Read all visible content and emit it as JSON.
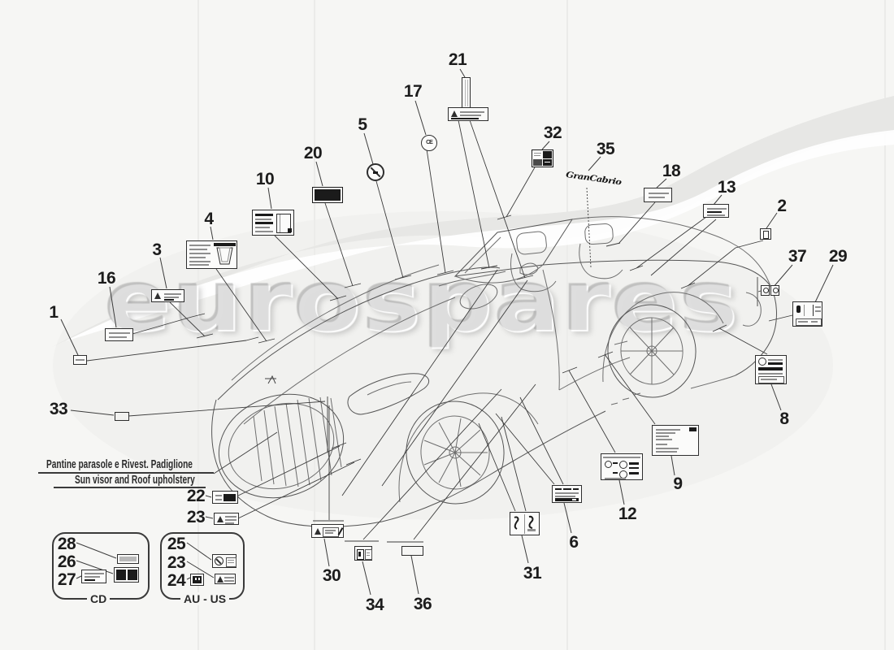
{
  "watermark": {
    "text": "eurospares"
  },
  "note": {
    "line1": "Pantine parasole e Rivest. Padiglione",
    "line2": "Sun visor and Roof upholstery"
  },
  "group_boxes": {
    "cd": {
      "caption": "CD",
      "items": [
        "28",
        "26",
        "27"
      ]
    },
    "au_us": {
      "caption": "AU - US",
      "items": [
        "25",
        "23",
        "24"
      ]
    }
  },
  "badge": {
    "script_text": "GranCabrio"
  },
  "callouts": {
    "1": "1",
    "2": "2",
    "3": "3",
    "4": "4",
    "5": "5",
    "6": "6",
    "8": "8",
    "9": "9",
    "10": "10",
    "12": "12",
    "13": "13",
    "16": "16",
    "17": "17",
    "18": "18",
    "20": "20",
    "21": "21",
    "22": "22",
    "23": "23",
    "24": "24",
    "25": "25",
    "26": "26",
    "27": "27",
    "28": "28",
    "29": "29",
    "30": "30",
    "31": "31",
    "32": "32",
    "33": "33",
    "34": "34",
    "35": "35",
    "36": "36",
    "37": "37"
  },
  "stickers": {
    "1": "small-blank-sticker",
    "2": "small-square-sticker",
    "3": "warning-triangle-text-label",
    "4": "coolant-warning-label",
    "5": "prohibition-circle-sticker",
    "6": "striped-text-label",
    "8": "homologation-data-label",
    "9": "text-list-label",
    "10": "window-operation-label",
    "12": "tyre-pressure-table-label",
    "13": "two-line-text-label",
    "16": "two-line-text-label",
    "17": "ce-mark-round-sticker",
    "18": "two-line-text-label",
    "20": "black-rectangular-plate",
    "21": "fuel-filler-strip-label",
    "22": "dark-block-label",
    "23": "warning-triangle-strip-label",
    "24": "small-dark-connector-label",
    "25": "prohibition-lines-label",
    "26": "twin-dark-blocks-label",
    "27": "lined-text-label",
    "28": "small-grey-label",
    "29": "airbag-warning-label",
    "30": "wide-instruction-strip-label",
    "31": "airbag-pictogram-label",
    "32": "pressure-grid-sticker",
    "33": "blank-outline-sticker",
    "34": "twin-icon-label",
    "35": "grancabrio-script-badge",
    "36": "blank-outline-sticker",
    "37": "twin-square-stickers"
  }
}
